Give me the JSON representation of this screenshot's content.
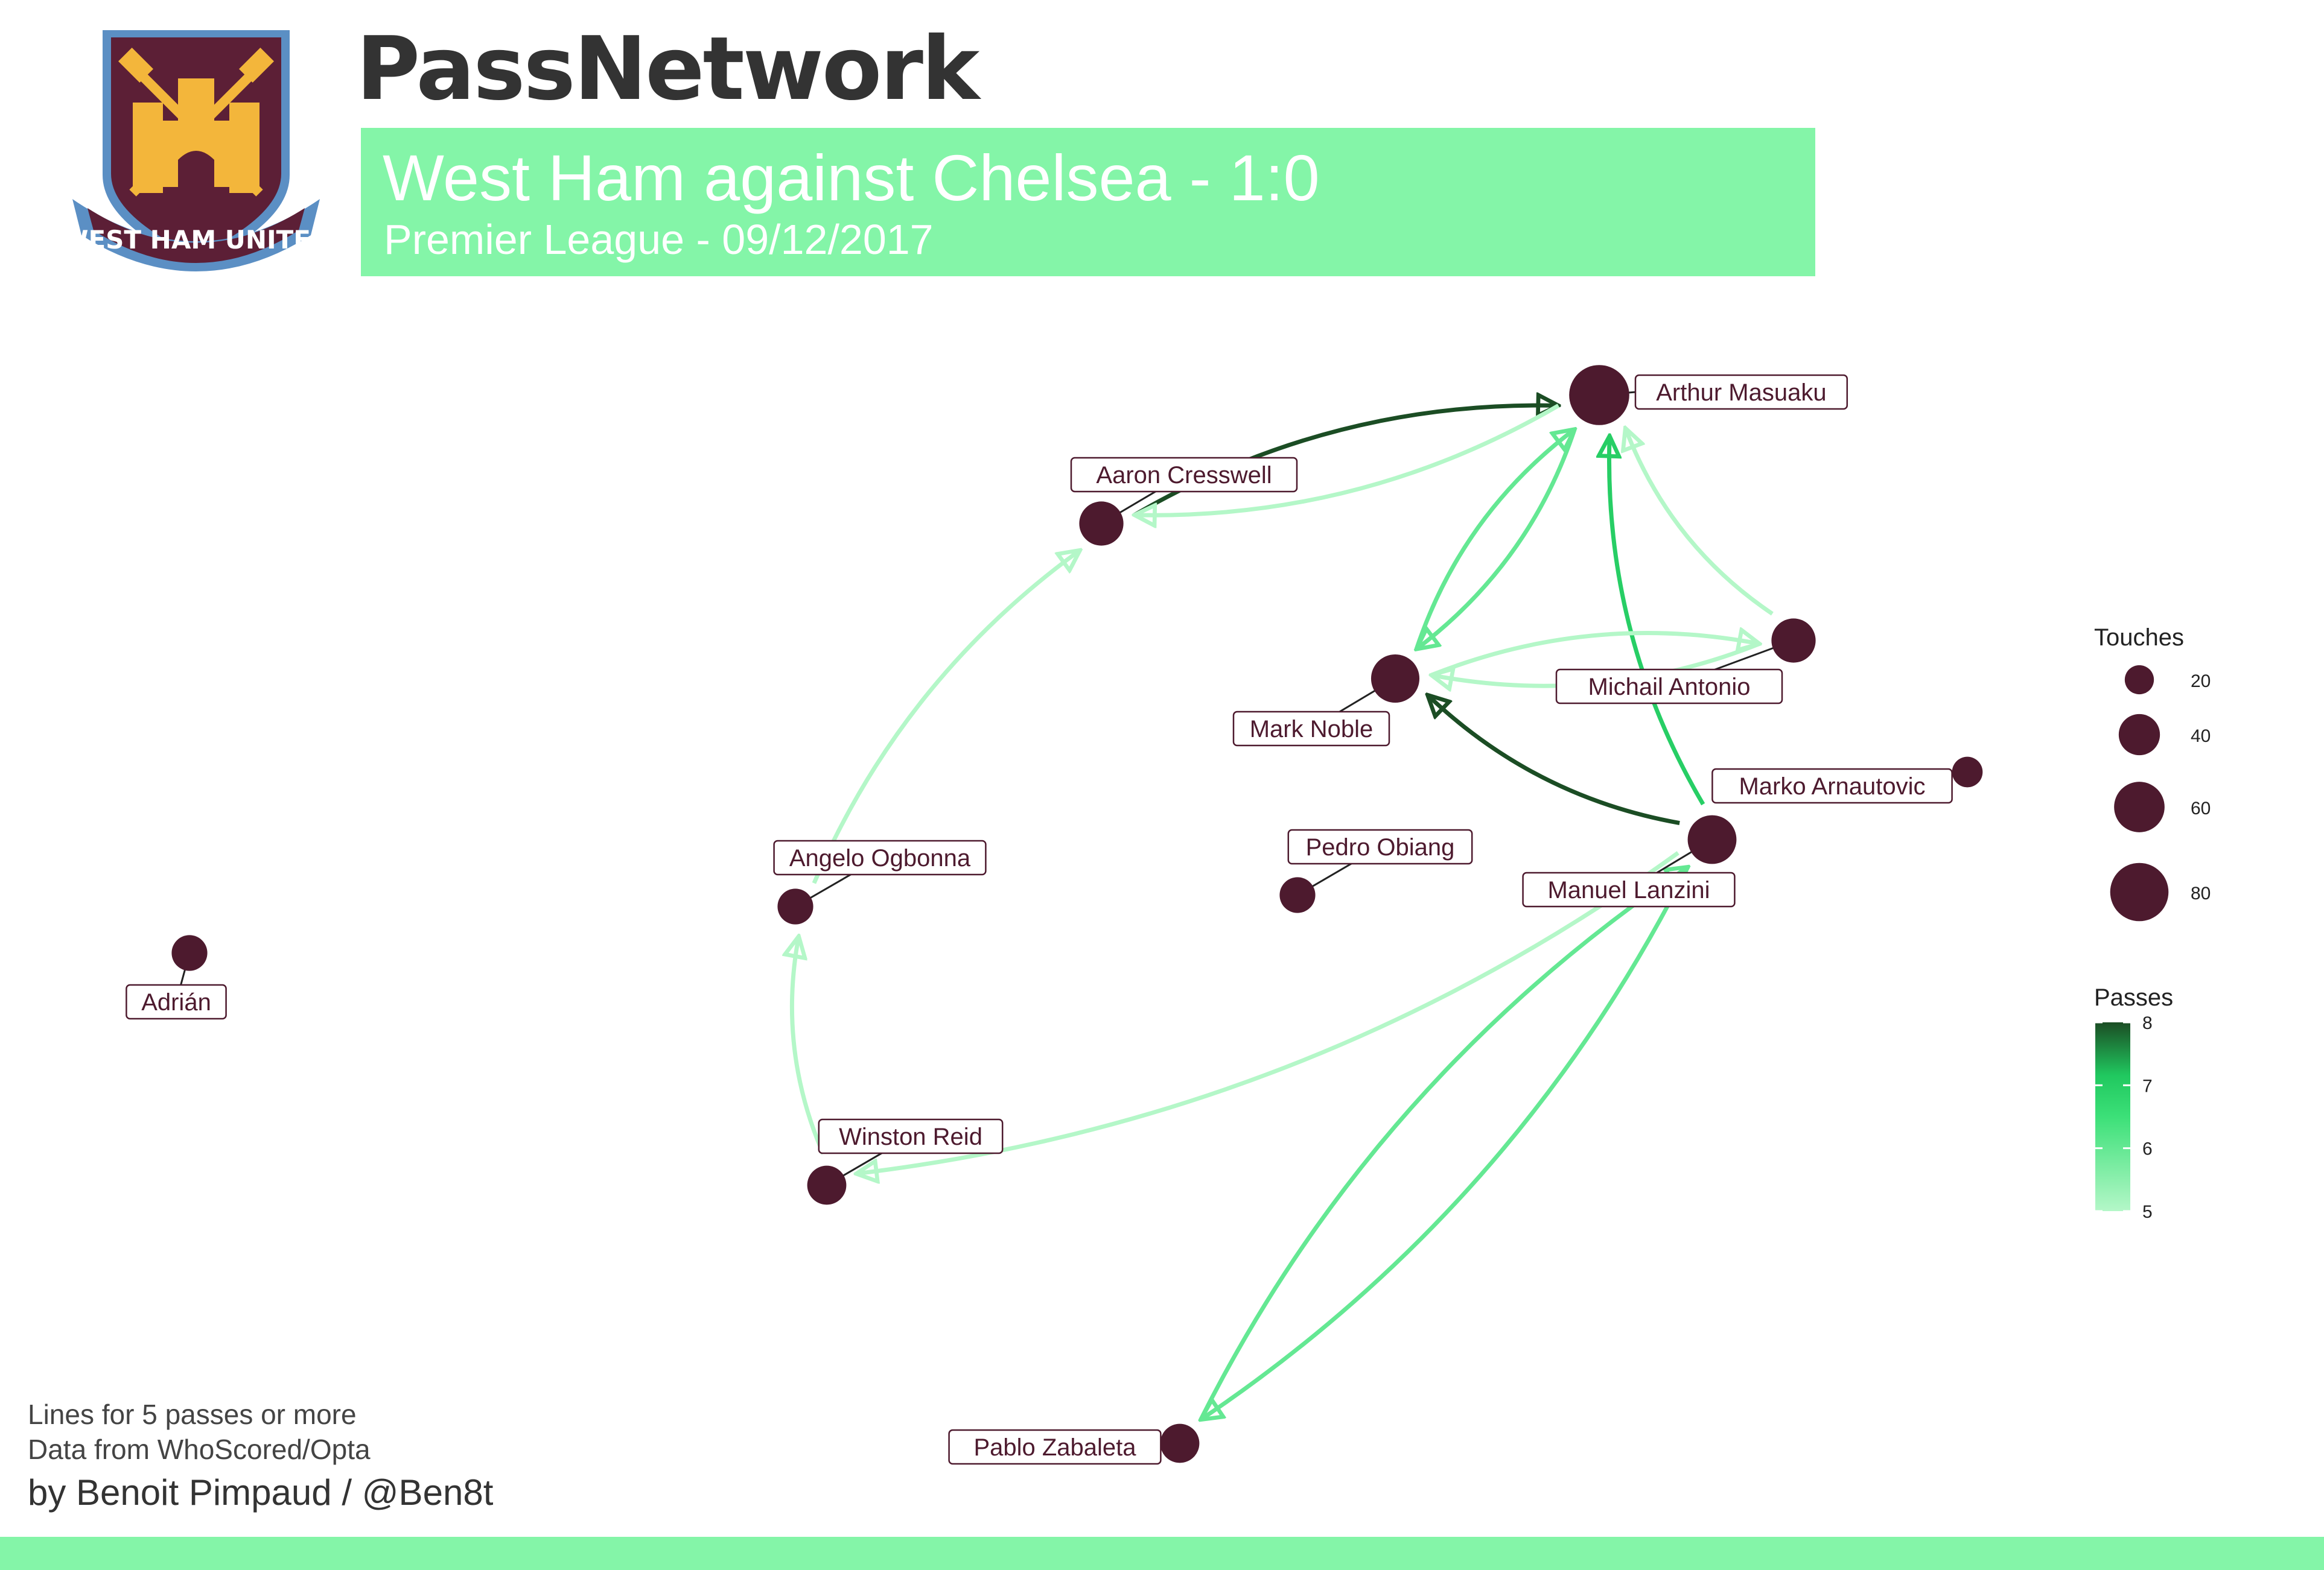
{
  "header": {
    "title": "PassNetwork",
    "match_title": "West Ham against Chelsea - 1:0",
    "subtitle": "Premier League - 09/12/2017",
    "crest_text": "WEST HAM UNITED"
  },
  "footer": {
    "line1": "Lines for 5 passes or more",
    "line2": "Data from WhoScored/Opta",
    "credit": "by Benoit Pimpaud / @Ben8t"
  },
  "colors": {
    "accent": "#84f5a8",
    "node": "#4d1a2e",
    "label_border": "#4d1a2e",
    "pass_low": "#b4f7c8",
    "pass_high": "#1b4d24"
  },
  "legend": {
    "touches_title": "Touches",
    "touches": [
      20,
      40,
      60,
      80
    ],
    "passes_title": "Passes",
    "passes_ticks": [
      5,
      6,
      7,
      8
    ]
  },
  "players": [
    {
      "name": "Arthur Masuaku",
      "touches": 85
    },
    {
      "name": "Aaron Cresswell",
      "touches": 46
    },
    {
      "name": "Mark Noble",
      "touches": 55
    },
    {
      "name": "Michail Antonio",
      "touches": 46
    },
    {
      "name": "Marko Arnautovic",
      "touches": 22
    },
    {
      "name": "Manuel Lanzini",
      "touches": 56
    },
    {
      "name": "Pedro Obiang",
      "touches": 30
    },
    {
      "name": "Angelo Ogbonna",
      "touches": 30
    },
    {
      "name": "Adrián",
      "touches": 30
    },
    {
      "name": "Winston Reid",
      "touches": 36
    },
    {
      "name": "Pablo Zabaleta",
      "touches": 36
    }
  ],
  "passes": [
    {
      "from": "Aaron Cresswell",
      "to": "Arthur Masuaku",
      "count": 8
    },
    {
      "from": "Arthur Masuaku",
      "to": "Aaron Cresswell",
      "count": 5
    },
    {
      "from": "Arthur Masuaku",
      "to": "Mark Noble",
      "count": 6
    },
    {
      "from": "Mark Noble",
      "to": "Arthur Masuaku",
      "count": 6
    },
    {
      "from": "Manuel Lanzini",
      "to": "Arthur Masuaku",
      "count": 7
    },
    {
      "from": "Michail Antonio",
      "to": "Arthur Masuaku",
      "count": 5
    },
    {
      "from": "Mark Noble",
      "to": "Michail Antonio",
      "count": 5
    },
    {
      "from": "Michail Antonio",
      "to": "Mark Noble",
      "count": 5
    },
    {
      "from": "Manuel Lanzini",
      "to": "Mark Noble",
      "count": 8
    },
    {
      "from": "Angelo Ogbonna",
      "to": "Aaron Cresswell",
      "count": 5
    },
    {
      "from": "Winston Reid",
      "to": "Angelo Ogbonna",
      "count": 5
    },
    {
      "from": "Manuel Lanzini",
      "to": "Winston Reid",
      "count": 5
    },
    {
      "from": "Manuel Lanzini",
      "to": "Pablo Zabaleta",
      "count": 6
    },
    {
      "from": "Pablo Zabaleta",
      "to": "Manuel Lanzini",
      "count": 6
    }
  ]
}
